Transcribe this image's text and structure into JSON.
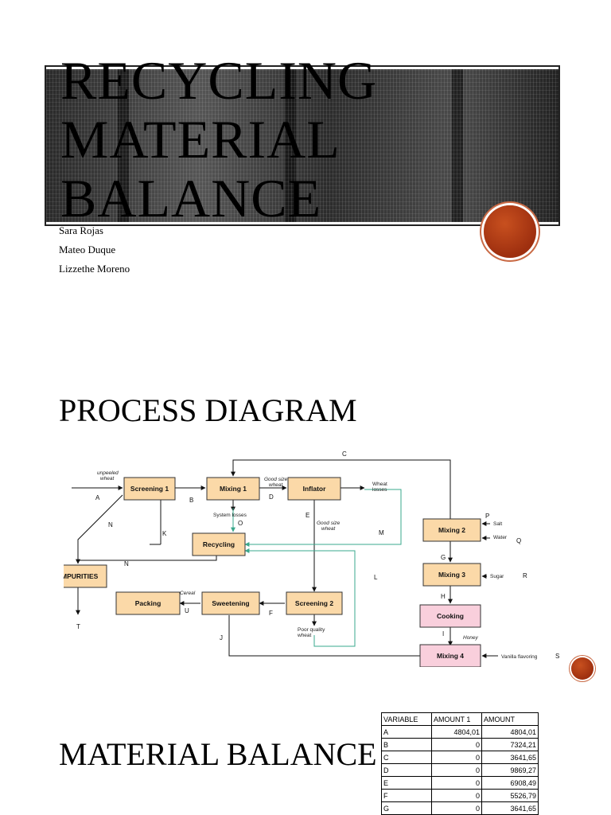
{
  "title_slide": {
    "title": "Recycling Material Balance",
    "authors": [
      "Sara Rojas",
      "Mateo Duque",
      "Lizzethe Moreno"
    ]
  },
  "process_slide": {
    "heading": "PROCESS DIAGRAM",
    "boxes": [
      {
        "id": "screening1",
        "label": "Screening 1"
      },
      {
        "id": "mixing1",
        "label": "Mixing 1"
      },
      {
        "id": "inflator",
        "label": "Inflator"
      },
      {
        "id": "mixing2",
        "label": "Mixing 2"
      },
      {
        "id": "recycling",
        "label": "Recycling"
      },
      {
        "id": "impurities",
        "label": "IMPURITIES"
      },
      {
        "id": "mixing3",
        "label": "Mixing 3"
      },
      {
        "id": "packing",
        "label": "Packing"
      },
      {
        "id": "sweetening",
        "label": "Sweetening"
      },
      {
        "id": "screening2",
        "label": "Screening 2"
      },
      {
        "id": "cooking",
        "label": "Cooking"
      },
      {
        "id": "mixing4",
        "label": "Mixing 4"
      }
    ],
    "stream_letters": [
      "A",
      "B",
      "C",
      "D",
      "E",
      "F",
      "G",
      "H",
      "I",
      "J",
      "K",
      "L",
      "M",
      "N",
      "Ñ",
      "O",
      "P",
      "Q",
      "R",
      "S",
      "T",
      "U"
    ],
    "notes": {
      "unpeeled": [
        "unpeeled",
        "wheat"
      ],
      "good_size_1": [
        "Good size",
        "wheat"
      ],
      "good_size_2": [
        "Good size",
        "wheat"
      ],
      "wheat_losses": [
        "Wheat",
        "losses"
      ],
      "system_losses": "System losses",
      "poor_quality": [
        "Poor quality",
        "wheat"
      ],
      "cereal": "Cereal",
      "honey": "Honey",
      "salt": "Salt",
      "water": "Water",
      "sugar": "Sugar",
      "vanilla": "Vanilla flavoring"
    }
  },
  "balance_slide": {
    "heading": "MATERIAL BALANCE",
    "table": {
      "headers": [
        "VARIABLE",
        "AMOUNT 1",
        "AMOUNT"
      ],
      "rows": [
        [
          "A",
          "4804,01",
          "4804,01"
        ],
        [
          "B",
          "0",
          "7324,21"
        ],
        [
          "C",
          "0",
          "3641,65"
        ],
        [
          "D",
          "0",
          "9869,27"
        ],
        [
          "E",
          "0",
          "6908,49"
        ],
        [
          "F",
          "0",
          "5526,79"
        ],
        [
          "G",
          "0",
          "3641,65"
        ]
      ]
    }
  },
  "colors": {
    "box_fill": "#fbd9a8",
    "pink_box_fill": "#f9cfdc",
    "recycle_line": "#3aa88c",
    "accent_circle": "#b2401a"
  }
}
